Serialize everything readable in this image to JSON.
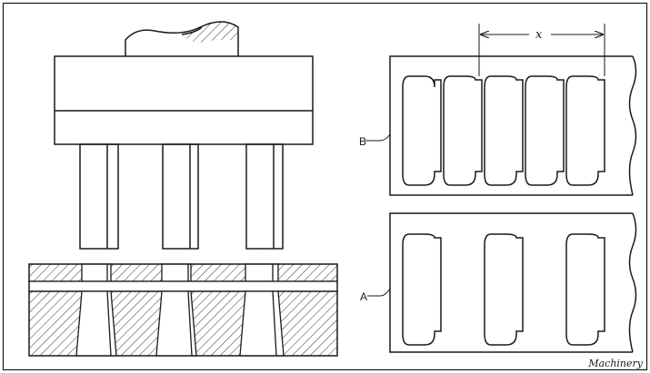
{
  "figure": {
    "label_b": "B",
    "label_a": "A",
    "dimension_label": "x",
    "credit": "Machinery"
  },
  "colors": {
    "ink": "#1a1a1a",
    "paper": "#ffffff"
  }
}
